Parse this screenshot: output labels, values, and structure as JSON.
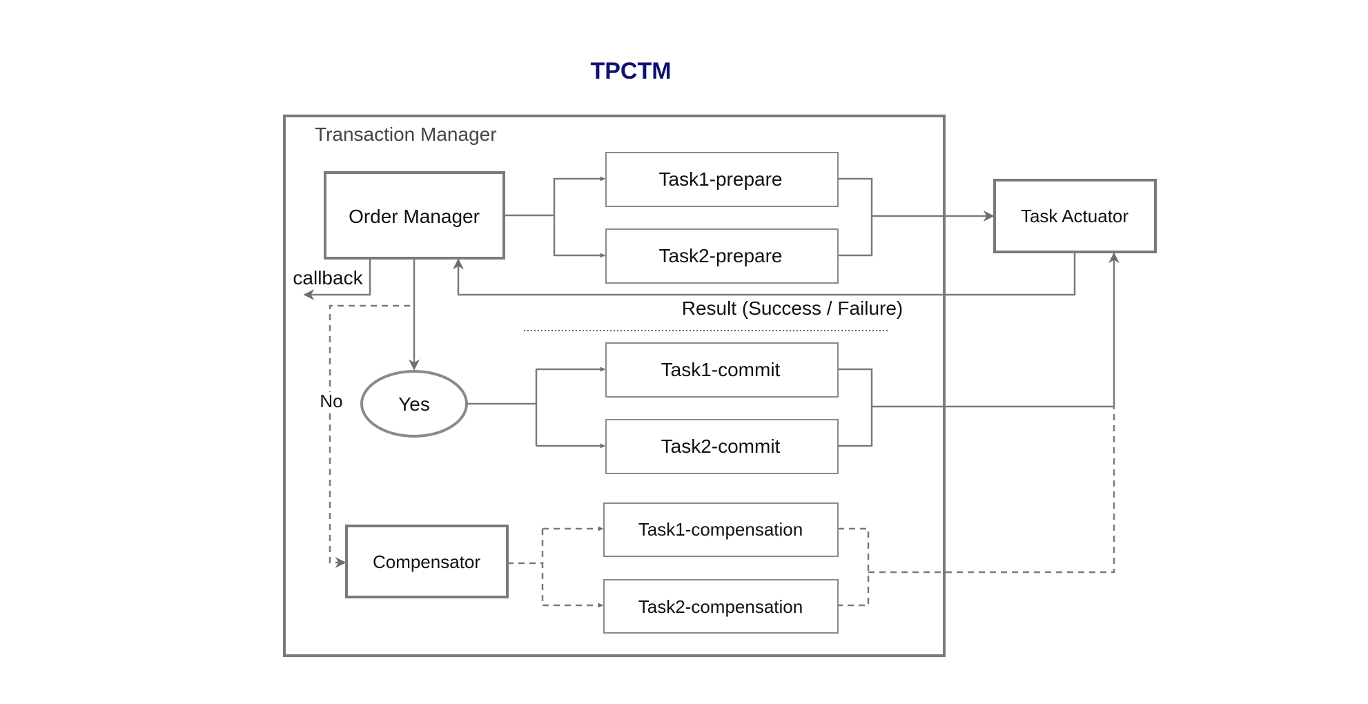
{
  "title": "TPCTM",
  "container": {
    "label": "Transaction Manager"
  },
  "nodes": {
    "order_manager": "Order Manager",
    "task1_prepare": "Task1-prepare",
    "task2_prepare": "Task2-prepare",
    "task_actuator": "Task Actuator",
    "yes": "Yes",
    "task1_commit": "Task1-commit",
    "task2_commit": "Task2-commit",
    "compensator": "Compensator",
    "task1_compensation": "Task1-compensation",
    "task2_compensation": "Task2-compensation"
  },
  "edge_labels": {
    "callback": "callback",
    "result": "Result (Success / Failure)",
    "no": "No"
  },
  "colors": {
    "title": "#0d1270",
    "stroke": "#7a7a7a",
    "text": "#111111"
  }
}
